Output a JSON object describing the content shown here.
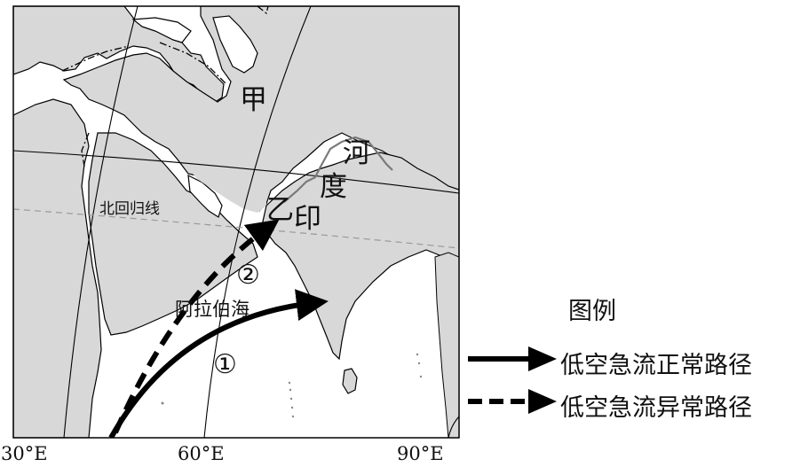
{
  "map": {
    "longitudes": [
      "30°E",
      "60°E",
      "90°E"
    ],
    "labels": {
      "jia": "甲",
      "yi": "乙",
      "tropic": "北回归线",
      "arabian_sea": "阿拉伯海",
      "he": "河",
      "du": "度",
      "yin": "印",
      "route_normal_no": "①",
      "route_abnormal_no": "②"
    }
  },
  "legend": {
    "title": "图例",
    "normal": "低空急流正常路径",
    "abnormal": "低空急流异常路径"
  },
  "colors": {
    "land": "#d8d8d8",
    "sea": "#ffffff",
    "line": "#000000",
    "river": "#777777"
  }
}
